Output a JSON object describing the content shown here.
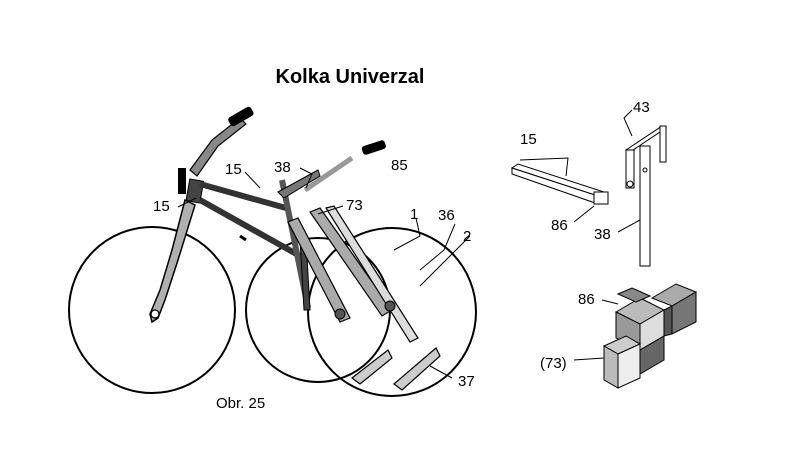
{
  "diagram": {
    "title": "Kolka Univerzal",
    "caption": "Obr. 25",
    "labels": {
      "l15a": "15",
      "l15b": "15",
      "l38": "38",
      "l85": "85",
      "l73": "73",
      "l1": "1",
      "l36": "36",
      "l2": "2",
      "l37": "37",
      "d15": "15",
      "d43": "43",
      "d86": "86",
      "d38": "38",
      "c86": "86",
      "c73": "(73)"
    }
  }
}
